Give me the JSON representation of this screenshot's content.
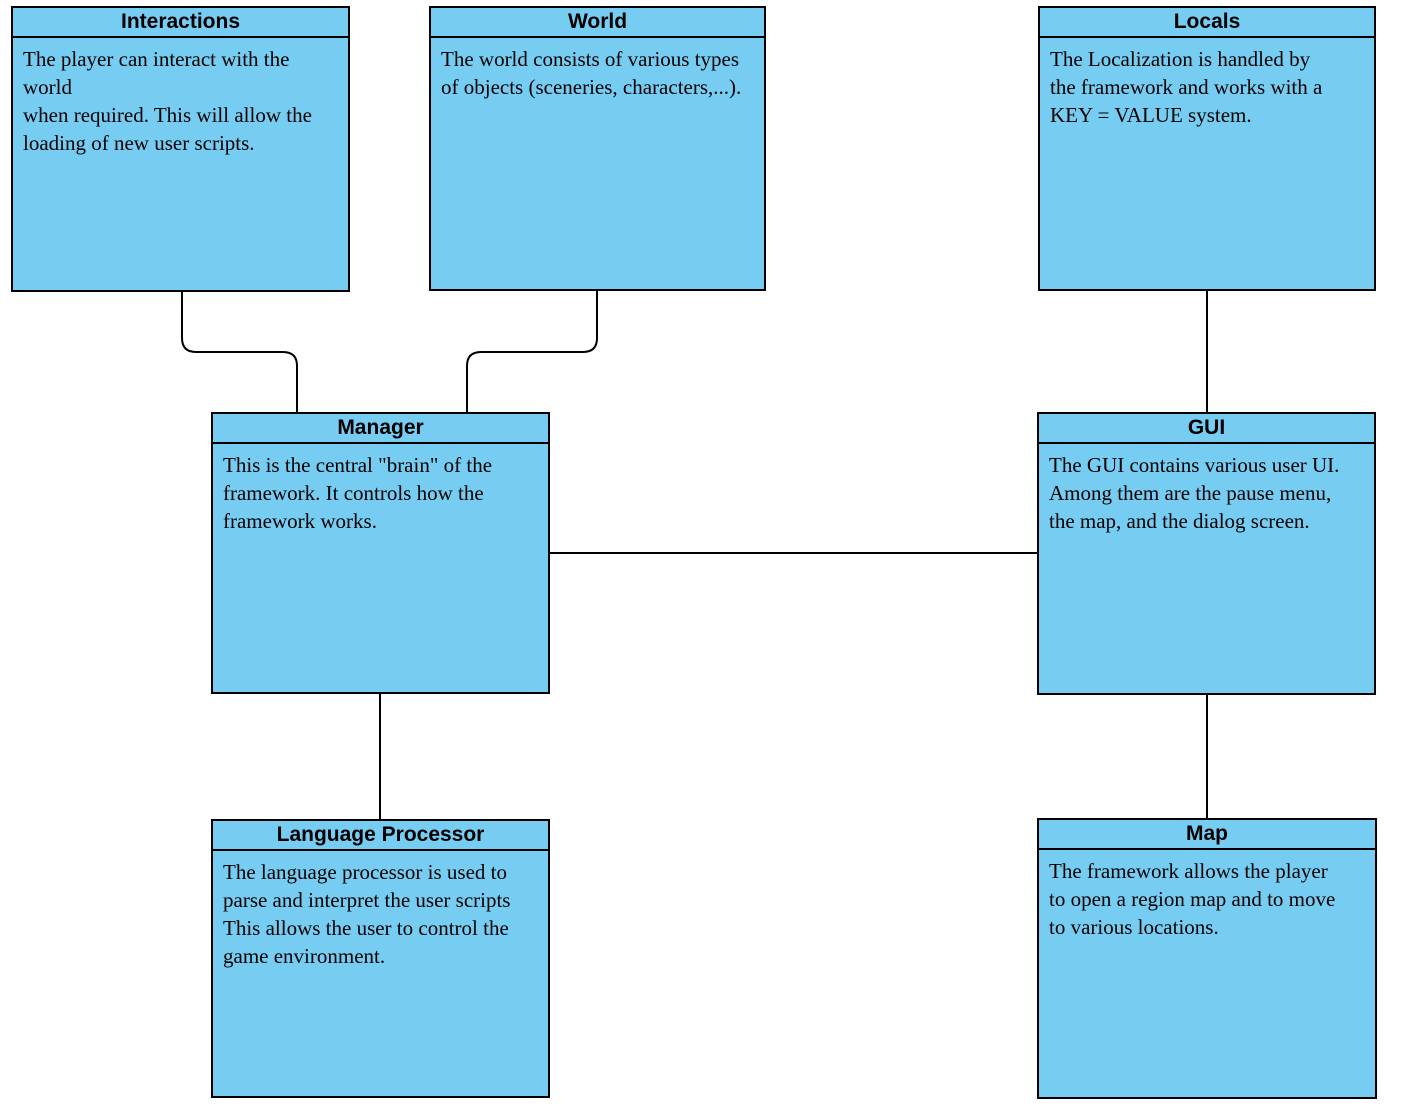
{
  "colors": {
    "node_fill": "#76CDF1",
    "node_border": "#000000",
    "connector": "#000000",
    "background": "#ffffff"
  },
  "nodes": [
    {
      "title": "Interactions",
      "body_lines": [
        "The player can interact with the world",
        "when required. This will allow the",
        "loading of new user scripts."
      ]
    },
    {
      "title": "World",
      "body_lines": [
        "The world consists of various types",
        "of objects (sceneries, characters,...)."
      ]
    },
    {
      "title": "Locals",
      "body_lines": [
        "The Localization is handled by",
        "the framework and works with a",
        "KEY = VALUE system."
      ]
    },
    {
      "title": "Manager",
      "body_lines": [
        "This is the central \"brain\" of the",
        "framework. It controls how the",
        "framework works."
      ]
    },
    {
      "title": "GUI",
      "body_lines": [
        "The GUI contains various user UI.",
        "Among them are the pause menu,",
        "the map, and the dialog screen."
      ]
    },
    {
      "title": "Language Processor",
      "body_lines": [
        "The language processor is used to",
        "parse and interpret the user scripts",
        "This allows the user to control the",
        "game environment."
      ]
    },
    {
      "title": "Map",
      "body_lines": [
        "The framework allows the player",
        "to open a region map and to move",
        "to various locations."
      ]
    }
  ],
  "edges": [
    {
      "from": "Interactions",
      "to": "Manager"
    },
    {
      "from": "World",
      "to": "Manager"
    },
    {
      "from": "Locals",
      "to": "GUI"
    },
    {
      "from": "Manager",
      "to": "GUI"
    },
    {
      "from": "Manager",
      "to": "Language Processor"
    },
    {
      "from": "GUI",
      "to": "Map"
    }
  ]
}
